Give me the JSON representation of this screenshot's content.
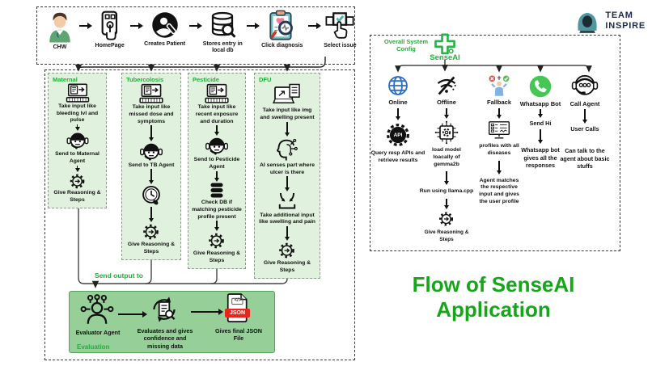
{
  "colors": {
    "accent": "#23ad3b",
    "title": "#17a51b",
    "column_fill": "#e0f1dd",
    "eval_fill": "#97cf99",
    "eval_border": "#57a15d",
    "badge_red": "#e8251d",
    "logo_navy": "#1c2b4a",
    "whatsapp": "#45c655",
    "globe_blue": "#2f6fc1"
  },
  "logo": {
    "line1": "TEAM",
    "line2": "INSPIRE"
  },
  "title": {
    "text": "Flow of SenseAI Application"
  },
  "top_flow": {
    "steps": [
      "CHW",
      "HomePage",
      "Creates Patient",
      "Stores entry in local db",
      "Click diagnosis",
      "Select issue"
    ]
  },
  "pipelines": [
    {
      "title": "Maternal",
      "input": "Take input like bleeding lvl and pulse",
      "agent": "Send to Maternal Agent",
      "reasoning": "Give Reasoning & Steps"
    },
    {
      "title": "Tubercolosis",
      "input": "Take input like missed dose and symptoms",
      "agent": "Send to TB Agent",
      "reasoning": "Give Reasoning & Steps"
    },
    {
      "title": "Pesticide",
      "input": "Take input like recent exposure and duration",
      "agent": "Send to Pesticide Agent",
      "check": "Check DB if matching pesticide profile present",
      "reasoning": "Give Reasoning & Steps"
    },
    {
      "title": "DFU",
      "input": "Take input like img and swelling present",
      "ai": "AI senses part where ulcer is there",
      "additional": "Take additional input like swelling and pain",
      "reasoning": "Give Reasoning & Steps"
    }
  ],
  "evaluation": {
    "send_label": "Send output to",
    "agent_label": "Evaluator Agent",
    "evaluates_label": "Evaluates and gives confidence and missing data",
    "json_label": "Gives final JSON File",
    "box_label": "Evaluation",
    "json_badge": "JSON",
    "code_glyph": "</>"
  },
  "system": {
    "config_label": "Overall System Config",
    "root_label": "SenseAI",
    "branches": [
      {
        "label": "Online",
        "icon_text": "API",
        "step1": "Query resp APIs and retrieve results"
      },
      {
        "label": "Offline",
        "step1": "load model loacally of gemma2b",
        "step2": "Run using llama.cpp",
        "step3": "Give Reasoning & Steps"
      },
      {
        "label": "Fallback",
        "step1": "profiles with all diseases",
        "step2": "Agent matches the respective input and gives the user profile"
      },
      {
        "label": "Whatsapp Bot",
        "step1": "Send Hi",
        "step2": "Whatsapp bot gives all the responses"
      },
      {
        "label": "Call Agent",
        "step1": "User Calls",
        "step2": "Can talk to the agent about basic stuffs"
      }
    ]
  }
}
